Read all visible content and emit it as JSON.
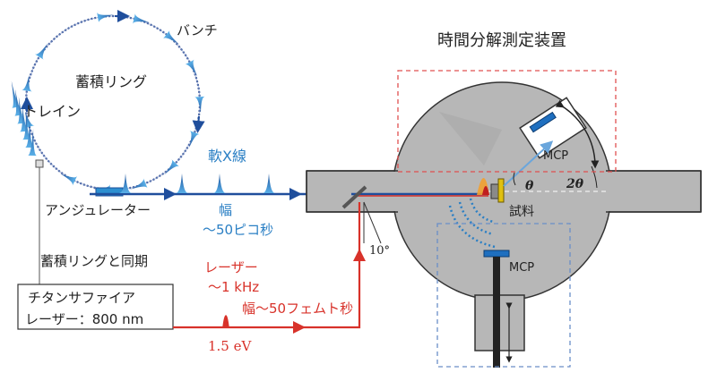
{
  "labels": {
    "bunch": "バンチ",
    "storage_ring": "蓄積リング",
    "train": "トレイン",
    "soft_xray": "軟X線",
    "undulator": "アンジュレーター",
    "xray_width": "幅",
    "xray_width_value": "～50ピコ秒",
    "sync_note": "蓄積リングと同期",
    "laser_box_line1": "チタンサファイア",
    "laser_box_line2": "レーザー：800 nm",
    "laser": "レーザー",
    "laser_rate": "～1 kHz",
    "laser_width": "幅～50フェムト秒",
    "energy": "1.5 eV",
    "angle_10": "10°",
    "apparatus_title": "時間分解測定装置",
    "mcp_upper": "MCP",
    "mcp_lower": "MCP",
    "sample": "試料",
    "theta": "θ",
    "two_theta": "2θ"
  },
  "colors": {
    "xray_blue": "#1f4e9c",
    "bunch_blue": "#2e7fc6",
    "label_blue": "#2a7fc4",
    "laser_red": "#d8322a",
    "dashed_red": "#e05050",
    "dashed_blue": "#6a8ec8",
    "chamber_gray": "#b7b7b7",
    "dark": "#222222"
  }
}
